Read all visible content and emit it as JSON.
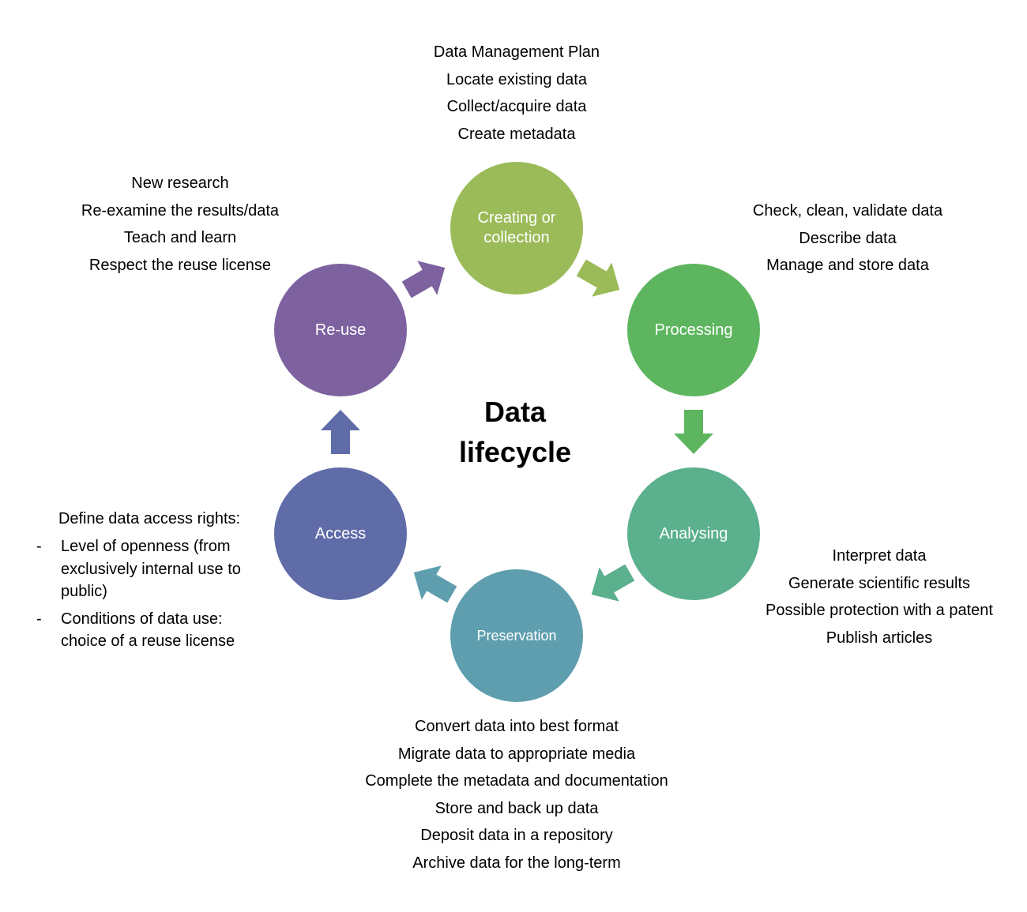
{
  "title": {
    "line1": "Data",
    "line2": "lifecycle"
  },
  "stages": [
    {
      "id": "creating",
      "label": "Creating or collection",
      "color": "#9BBB59",
      "notes": [
        "Data Management Plan",
        "Locate existing data",
        "Collect/acquire data",
        "Create metadata"
      ]
    },
    {
      "id": "processing",
      "label": "Processing",
      "color": "#5DB65F",
      "notes": [
        "Check, clean, validate data",
        "Describe data",
        "Manage and store data"
      ]
    },
    {
      "id": "analysing",
      "label": "Analysing",
      "color": "#5BB08E",
      "notes": [
        "Interpret data",
        "Generate scientific results",
        "Possible protection with a patent",
        "Publish articles"
      ]
    },
    {
      "id": "preservation",
      "label": "Preservation",
      "color": "#5F9EAF",
      "notes": [
        "Convert data into best format",
        "Migrate data to appropriate media",
        "Complete the metadata and documentation",
        "Store and back up data",
        "Deposit data in a repository",
        "Archive data for the long-term"
      ]
    },
    {
      "id": "access",
      "label": "Access",
      "color": "#5F6CA8",
      "notes_heading": "Define data access rights:",
      "notes_bullets": [
        {
          "dash": "-",
          "text": "Level of openness (from exclusively internal use to public)"
        },
        {
          "dash": "-",
          "text": "Conditions of data use: choice of a reuse license"
        }
      ]
    },
    {
      "id": "reuse",
      "label": "Re-use",
      "color": "#7E62A0",
      "notes": [
        "New research",
        "Re-examine the results/data",
        "Teach and learn",
        "Respect the reuse license"
      ]
    }
  ],
  "arrows": [
    {
      "from": "creating",
      "to": "processing",
      "color": "#9BBB59",
      "icon": "arrow-icon"
    },
    {
      "from": "processing",
      "to": "analysing",
      "color": "#5DB65F",
      "icon": "arrow-icon"
    },
    {
      "from": "analysing",
      "to": "preservation",
      "color": "#5BB08E",
      "icon": "arrow-icon"
    },
    {
      "from": "preservation",
      "to": "access",
      "color": "#5F9EAF",
      "icon": "arrow-icon"
    },
    {
      "from": "access",
      "to": "reuse",
      "color": "#5F6CA8",
      "icon": "arrow-icon"
    },
    {
      "from": "reuse",
      "to": "creating",
      "color": "#7E62A0",
      "icon": "arrow-icon"
    }
  ]
}
